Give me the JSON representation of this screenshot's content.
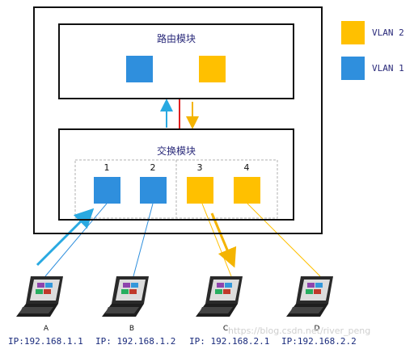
{
  "router_title": "路由模块",
  "switch_title": "交换模块",
  "legend": [
    {
      "label": "VLAN 2",
      "color": "#ffc000"
    },
    {
      "label": "VLAN 1",
      "color": "#2f8fdd"
    }
  ],
  "ports": [
    {
      "num": "1",
      "vlan": "VLAN 1"
    },
    {
      "num": "2",
      "vlan": "VLAN 1"
    },
    {
      "num": "3",
      "vlan": "VLAN 2"
    },
    {
      "num": "4",
      "vlan": "VLAN 2"
    }
  ],
  "hosts": [
    {
      "label": "A",
      "ip": "IP:192.168.1.1"
    },
    {
      "label": "B",
      "ip": "IP: 192.168.1.2"
    },
    {
      "label": "C",
      "ip": "IP: 192.168.2.1"
    },
    {
      "label": "D",
      "ip": "IP:192.168.2.2"
    }
  ],
  "watermark": "https://blog.csdn.net/river_peng",
  "colors": {
    "vlan1": "#2f8fdd",
    "vlan2": "#ffc000",
    "trunk": "#e02020"
  }
}
